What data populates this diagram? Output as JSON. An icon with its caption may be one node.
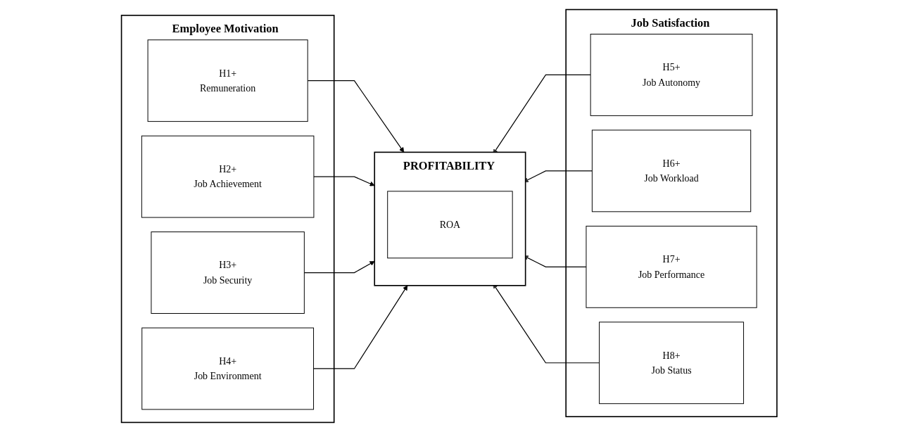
{
  "diagram": {
    "nodes": [
      {
        "text": [
          "Employee Motivation"
        ]
      },
      {
        "text": [
          "H1+",
          "Remuneration"
        ],
        "in": 0
      },
      {
        "text": [
          "H2+",
          "Job Achievement"
        ],
        "in": 0
      },
      {
        "text": [
          "H3+",
          "Job Security"
        ],
        "in": 0
      },
      {
        "text": [
          "H4+",
          "Job Environment"
        ],
        "in": 0
      },
      {
        "text": [
          "PROFITABILITY"
        ]
      },
      {
        "text": [
          "ROA"
        ],
        "in": 5
      },
      {
        "text": [
          "Job Satisfaction"
        ]
      },
      {
        "text": [
          "H5+",
          "Job Autonomy"
        ],
        "in": 7
      },
      {
        "text": [
          "H6+",
          "Job Workload"
        ],
        "in": 7
      },
      {
        "text": [
          "H7+",
          "Job Performance"
        ],
        "in": 7
      },
      {
        "text": [
          "H8+",
          "Job Status"
        ],
        "in": 7
      }
    ],
    "edges": [
      {
        "from": 1,
        "to": 5,
        "arrow": "to"
      },
      {
        "from": 2,
        "to": 5,
        "arrow": "to"
      },
      {
        "from": 3,
        "to": 5,
        "arrow": "to"
      },
      {
        "from": 4,
        "to": 5,
        "arrow": "to"
      },
      {
        "from": 8,
        "to": 5,
        "arrow": "to"
      },
      {
        "from": 9,
        "to": 5,
        "arrow": "to"
      },
      {
        "from": 10,
        "to": 5,
        "arrow": "to"
      },
      {
        "from": 11,
        "to": 5,
        "arrow": "to"
      }
    ]
  }
}
